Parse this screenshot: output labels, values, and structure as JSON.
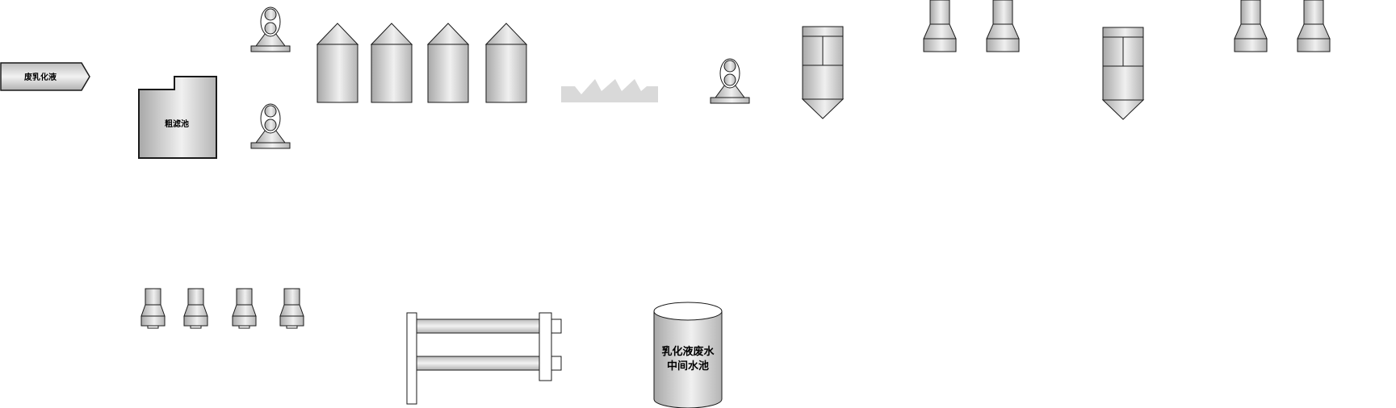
{
  "labels": {
    "inlet": "废乳化液",
    "coarse_filter_tank": "粗滤池",
    "mid_pool_line1": "乳化液废水",
    "mid_pool_line2": "中间水池"
  },
  "colors": {
    "stroke": "#1a1a1a",
    "metal_dark": "#a8a8a8",
    "metal_light": "#f2f2f2",
    "wave": "#d9d9d9"
  }
}
